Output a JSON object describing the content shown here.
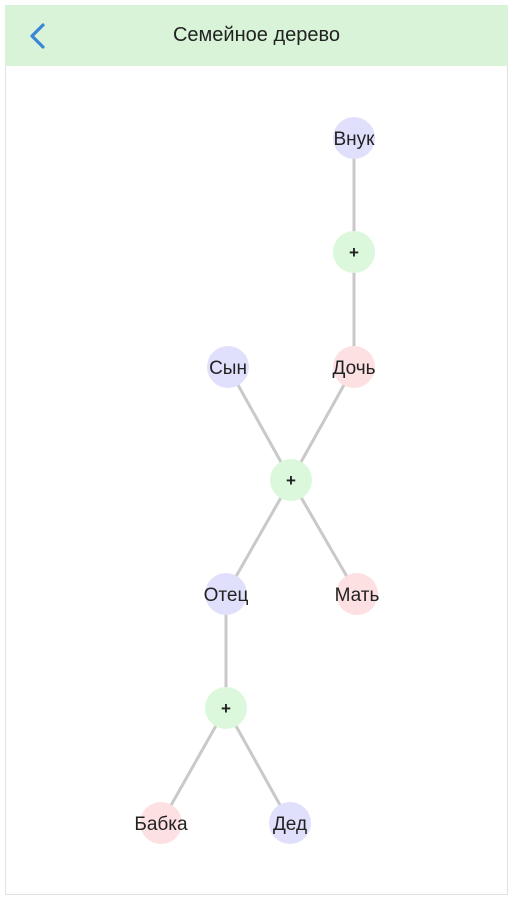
{
  "header": {
    "title": "Семейное дерево",
    "back_icon": "chevron-left-icon"
  },
  "colors": {
    "header_bg": "#d8f3d8",
    "back_icon": "#3b86d6",
    "male_node": "#e1e0fc",
    "female_node": "#fde0e2",
    "union_node": "#dcf8dc",
    "edge": "#c9c9c9"
  },
  "tree": {
    "persons": {
      "vnuk": {
        "label": "Внук",
        "gender": "male"
      },
      "syn": {
        "label": "Сын",
        "gender": "male"
      },
      "doch": {
        "label": "Дочь",
        "gender": "female"
      },
      "otec": {
        "label": "Отец",
        "gender": "male"
      },
      "mat": {
        "label": "Мать",
        "gender": "female"
      },
      "babka": {
        "label": "Бабка",
        "gender": "female"
      },
      "ded": {
        "label": "Дед",
        "gender": "male"
      }
    },
    "unions": {
      "u1": {
        "label": "+"
      },
      "u2": {
        "label": "+"
      },
      "u3": {
        "label": "+"
      }
    }
  }
}
